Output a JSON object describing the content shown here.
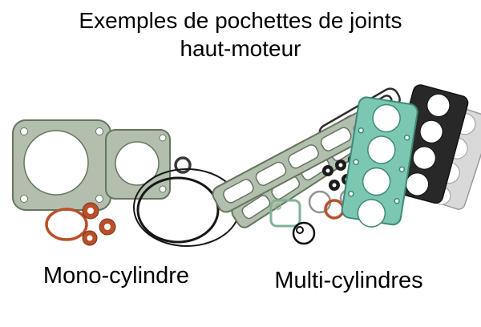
{
  "title": {
    "line1": "Exemples de pochettes de joints",
    "line2": "haut-moteur"
  },
  "captions": {
    "mono": "Mono-cylindre",
    "multi": "Multi-cylindres"
  },
  "colors": {
    "background": "#ffffff",
    "text": "#000000",
    "gasket_green": "#b2bfae",
    "gasket_outline": "#66755f",
    "gasket_teal": "#7cc7b2",
    "oring_orange": "#b8502a",
    "seal_black": "#1c1c1c"
  }
}
